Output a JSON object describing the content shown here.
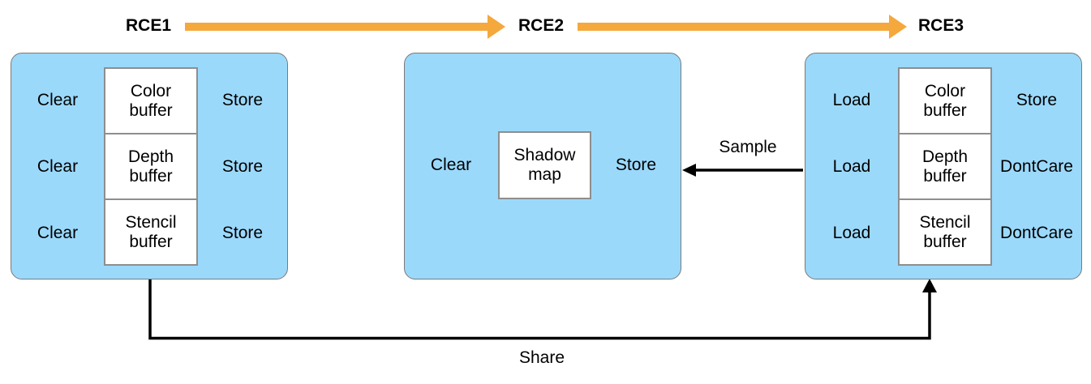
{
  "colors": {
    "box_fill": "#9BD9FB",
    "box_border": "#7a7a7a",
    "inner_border": "#8e8e8e",
    "arrow_orange": "#F5A83C",
    "line_black": "#000000"
  },
  "header": {
    "rce1_label": "RCE1",
    "rce2_label": "RCE2",
    "rce3_label": "RCE3"
  },
  "encoders": {
    "rce1": {
      "rows": [
        {
          "left": "Clear",
          "buffer": "Color\nbuffer",
          "right": "Store"
        },
        {
          "left": "Clear",
          "buffer": "Depth\nbuffer",
          "right": "Store"
        },
        {
          "left": "Clear",
          "buffer": "Stencil\nbuffer",
          "right": "Store"
        }
      ]
    },
    "rce2": {
      "left": "Clear",
      "buffer": "Shadow\nmap",
      "right": "Store"
    },
    "rce3": {
      "rows": [
        {
          "left": "Load",
          "buffer": "Color\nbuffer",
          "right": "Store"
        },
        {
          "left": "Load",
          "buffer": "Depth\nbuffer",
          "right": "DontCare"
        },
        {
          "left": "Load",
          "buffer": "Stencil\nbuffer",
          "right": "DontCare"
        }
      ]
    }
  },
  "connections": {
    "sample_label": "Sample",
    "share_label": "Share"
  }
}
